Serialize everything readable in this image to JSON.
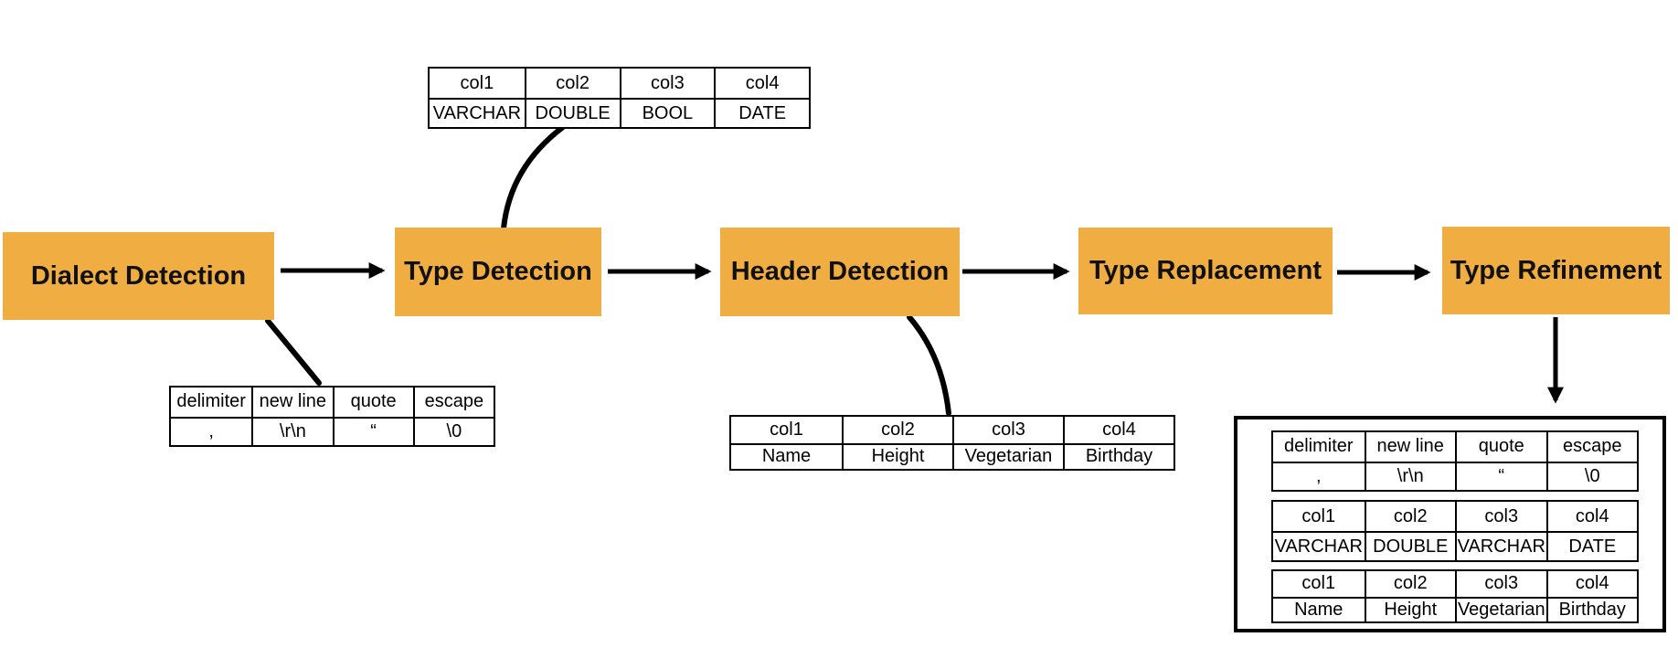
{
  "colors": {
    "stage_fill": "#F0AD42",
    "line": "#000000",
    "background": "#ffffff",
    "text": "#111111"
  },
  "stages": [
    {
      "label": "Dialect Detection"
    },
    {
      "label": "Type Detection"
    },
    {
      "label": "Header Detection"
    },
    {
      "label": "Type Replacement"
    },
    {
      "label": "Type Refinement"
    }
  ],
  "tables": {
    "dialect_detected": {
      "headers": [
        "delimiter",
        "new line",
        "quote",
        "escape"
      ],
      "values": [
        ",",
        "\\r\\n",
        "“",
        "\\0"
      ]
    },
    "types_detected": {
      "headers": [
        "col1",
        "col2",
        "col3",
        "col4"
      ],
      "values": [
        "VARCHAR",
        "DOUBLE",
        "BOOL",
        "DATE"
      ]
    },
    "header_detected": {
      "headers": [
        "col1",
        "col2",
        "col3",
        "col4"
      ],
      "values": [
        "Name",
        "Height",
        "Vegetarian",
        "Birthday"
      ]
    },
    "final_dialect": {
      "headers": [
        "delimiter",
        "new line",
        "quote",
        "escape"
      ],
      "values": [
        ",",
        "\\r\\n",
        "“",
        "\\0"
      ]
    },
    "final_types": {
      "headers": [
        "col1",
        "col2",
        "col3",
        "col4"
      ],
      "values": [
        "VARCHAR",
        "DOUBLE",
        "VARCHAR",
        "DATE"
      ]
    },
    "final_header": {
      "headers": [
        "col1",
        "col2",
        "col3",
        "col4"
      ],
      "values": [
        "Name",
        "Height",
        "Vegetarian",
        "Birthday"
      ]
    }
  }
}
